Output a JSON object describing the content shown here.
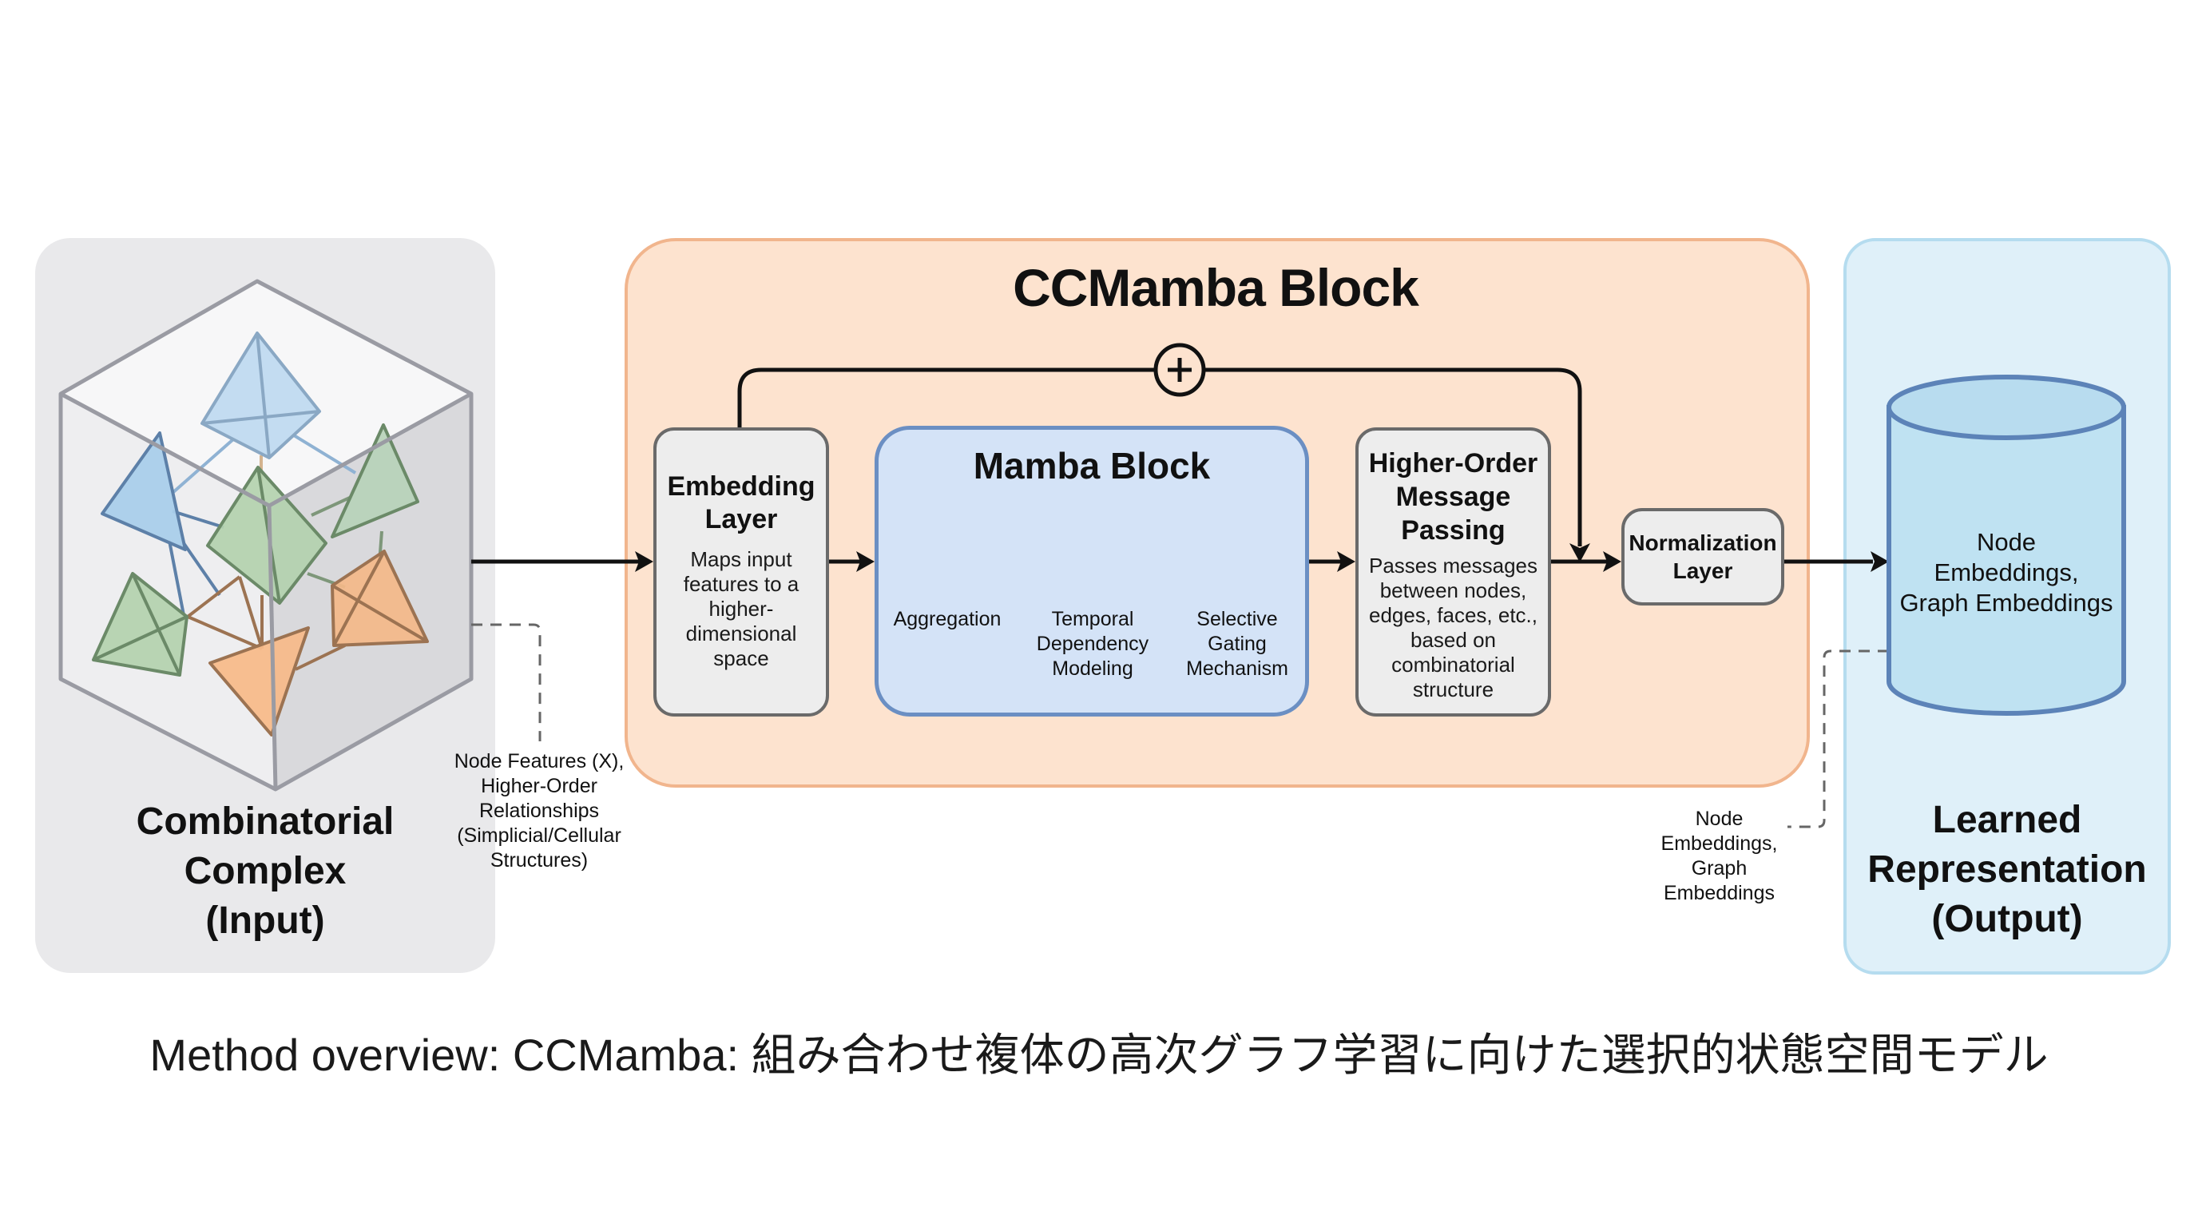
{
  "diagram": {
    "caption": "Method overview: CCMamba: 組み合わせ複体の高次グラフ学習に向けた選択的状態空間モデル",
    "input_panel": {
      "title_lines": [
        "Combinatorial",
        "Complex",
        "(Input)"
      ],
      "edge_label_lines": [
        "Node Features (X),",
        "Higher-Order",
        "Relationships",
        "(Simplicial/Cellular",
        "Structures)"
      ]
    },
    "ccmamba_block": {
      "title": "CCMamba Block",
      "skip_connection_symbol": "+",
      "embedding_layer": {
        "title_lines": [
          "Embedding",
          "Layer"
        ],
        "description_lines": [
          "Maps input",
          "features to a",
          "higher-",
          "dimensional",
          "space"
        ]
      },
      "mamba_block": {
        "title": "Mamba Block",
        "items": [
          {
            "icon": "sigma-icon",
            "label_lines": [
              "Aggregation"
            ]
          },
          {
            "icon": "clock-icon",
            "label_lines": [
              "Temporal",
              "Dependency",
              "Modeling"
            ]
          },
          {
            "icon": "gate-mux-icon",
            "label_lines": [
              "Selective",
              "Gating",
              "Mechanism"
            ]
          }
        ]
      },
      "message_passing": {
        "title_lines": [
          "Higher-Order",
          "Message",
          "Passing"
        ],
        "description_lines": [
          "Passes messages",
          "between nodes,",
          "edges, faces, etc.,",
          "based on",
          "combinatorial",
          "structure"
        ]
      },
      "normalization_layer": {
        "title_lines": [
          "Normalization",
          "Layer"
        ]
      }
    },
    "output_panel": {
      "cylinder_label_lines": [
        "Node",
        "Embeddings,",
        "Graph Embeddings"
      ],
      "edge_label_lines": [
        "Node",
        "Embeddings,",
        "Graph",
        "Embeddings"
      ],
      "title_lines": [
        "Learned",
        "Representation",
        "(Output)"
      ]
    },
    "colors": {
      "input_panel_bg": "#e9e9eb",
      "ccmamba_bg": "#fde3cf",
      "ccmamba_border": "#f1b58d",
      "mamba_bg": "#d4e3f7",
      "mamba_border": "#6b8fc3",
      "icon_blue": "#4f78a8",
      "output_bg": "#dff0f9",
      "output_border": "#b5dcef",
      "cylinder_fill": "#bfe2f2",
      "cylinder_stroke": "#5c83b8",
      "simplex_blue": "#a9cdea",
      "simplex_green": "#b3d1ae",
      "simplex_orange": "#f7bb8a"
    }
  }
}
